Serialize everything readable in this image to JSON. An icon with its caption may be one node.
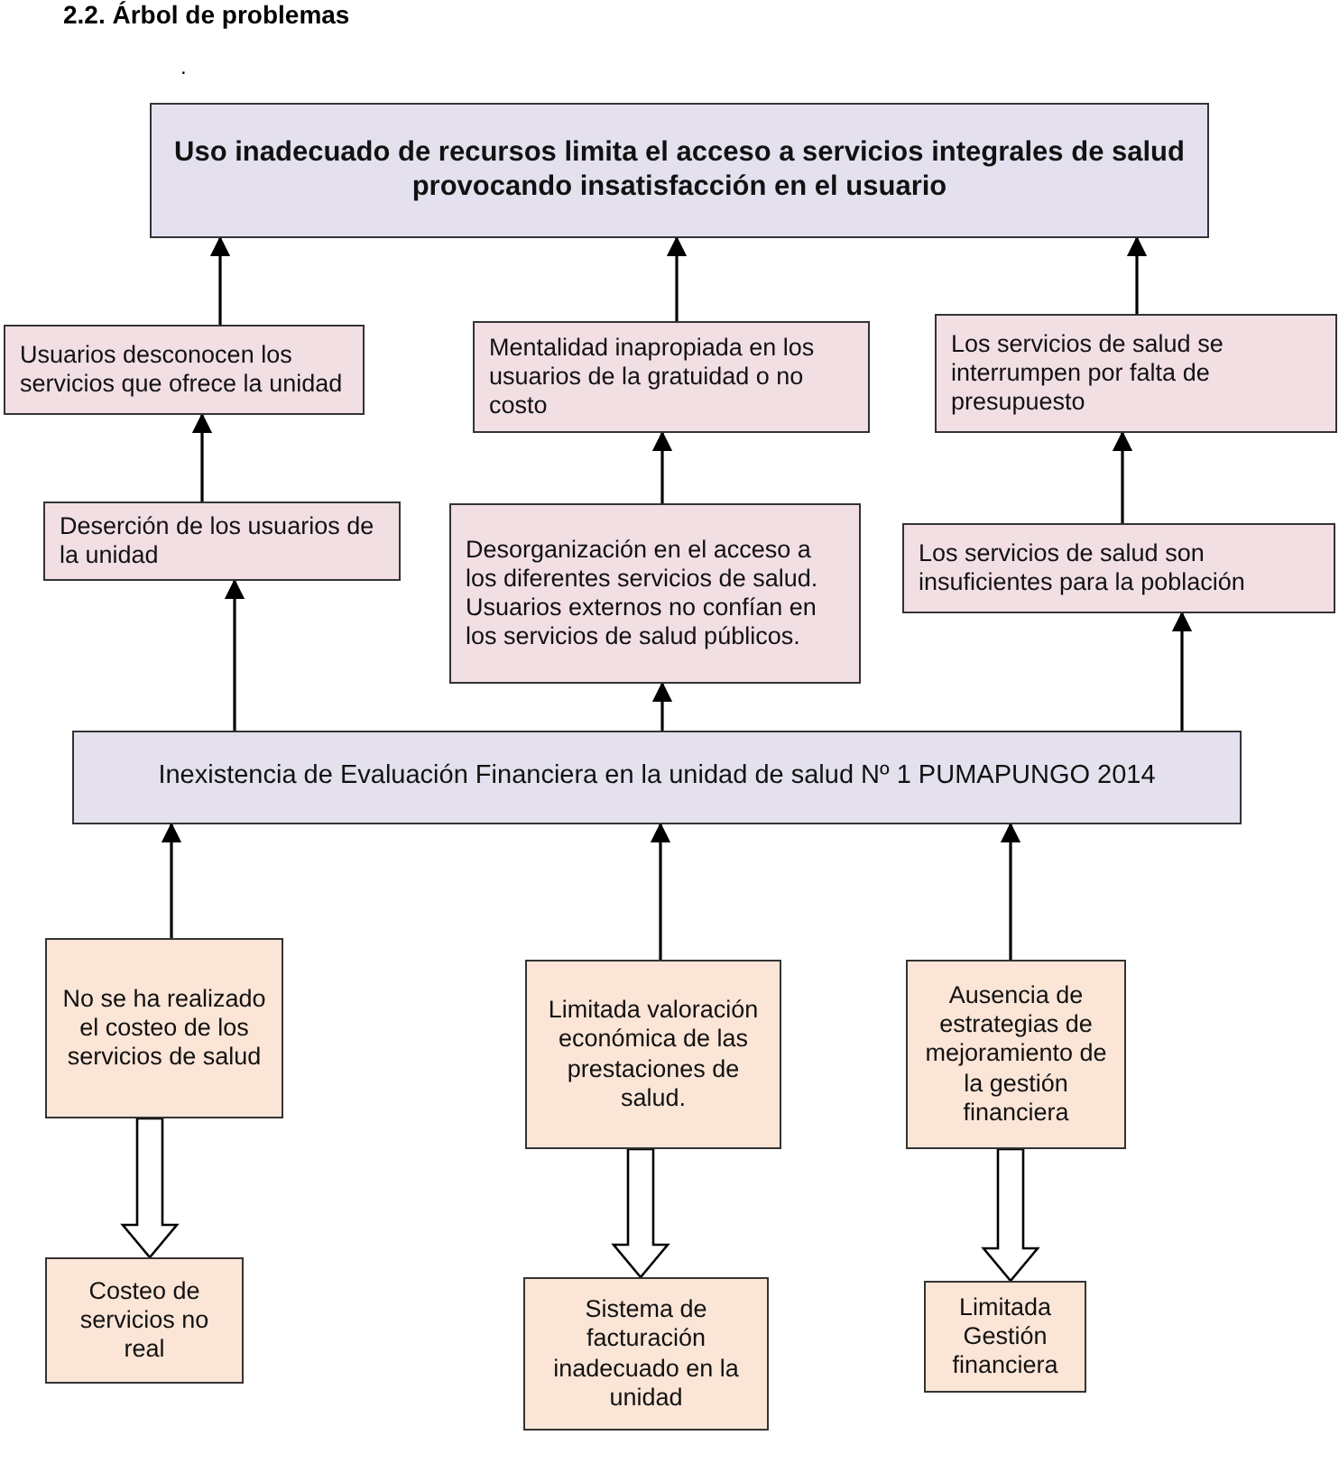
{
  "diagram": {
    "title": "2.2. Árbol de problemas",
    "nodes": [
      {
        "text": [
          "Uso inadecuado de recursos limita el acceso a servicios integrales de salud provocando insatisfacción en el usuario"
        ]
      },
      {
        "text": [
          "Usuarios desconocen los servicios que ofrece la unidad"
        ]
      },
      {
        "text": [
          "Mentalidad inapropiada en los usuarios de la gratuidad o no costo"
        ]
      },
      {
        "text": [
          "Los servicios de salud se interrumpen por falta de presupuesto"
        ]
      },
      {
        "text": [
          "Deserción de los usuarios de la unidad"
        ]
      },
      {
        "text": [
          "Desorganización en el acceso a los diferentes servicios de salud. Usuarios externos no confían en los servicios de salud públicos."
        ]
      },
      {
        "text": [
          "Los servicios de salud son insuficientes para la población"
        ]
      },
      {
        "text": [
          "Inexistencia de Evaluación Financiera en la unidad de salud Nº 1 PUMAPUNGO 2014"
        ]
      },
      {
        "text": [
          "No se ha realizado el costeo de los servicios de salud"
        ]
      },
      {
        "text": [
          "Limitada valoración económica de las prestaciones de salud."
        ]
      },
      {
        "text": [
          "Ausencia de estrategias de mejoramiento de la gestión financiera"
        ]
      },
      {
        "text": [
          "Costeo de servicios no real"
        ]
      },
      {
        "text": [
          "Sistema de facturación inadecuado en la unidad"
        ]
      },
      {
        "text": [
          "Limitada Gestión financiera"
        ]
      }
    ],
    "edges": [
      {
        "from": 1,
        "to": 0,
        "arrow": "to"
      },
      {
        "from": 2,
        "to": 0,
        "arrow": "to"
      },
      {
        "from": 3,
        "to": 0,
        "arrow": "to"
      },
      {
        "from": 4,
        "to": 1,
        "arrow": "to"
      },
      {
        "from": 5,
        "to": 2,
        "arrow": "to"
      },
      {
        "from": 6,
        "to": 3,
        "arrow": "to"
      },
      {
        "from": 7,
        "to": 4,
        "arrow": "to"
      },
      {
        "from": 7,
        "to": 5,
        "arrow": "to"
      },
      {
        "from": 7,
        "to": 6,
        "arrow": "to"
      },
      {
        "from": 8,
        "to": 7,
        "arrow": "to"
      },
      {
        "from": 9,
        "to": 7,
        "arrow": "to"
      },
      {
        "from": 10,
        "to": 7,
        "arrow": "to"
      },
      {
        "from": 8,
        "to": 11,
        "arrow": "to",
        "style": "thick"
      },
      {
        "from": 9,
        "to": 12,
        "arrow": "to",
        "style": "thick"
      },
      {
        "from": 10,
        "to": 13,
        "arrow": "to",
        "style": "thick"
      }
    ],
    "labels": [
      "."
    ]
  }
}
